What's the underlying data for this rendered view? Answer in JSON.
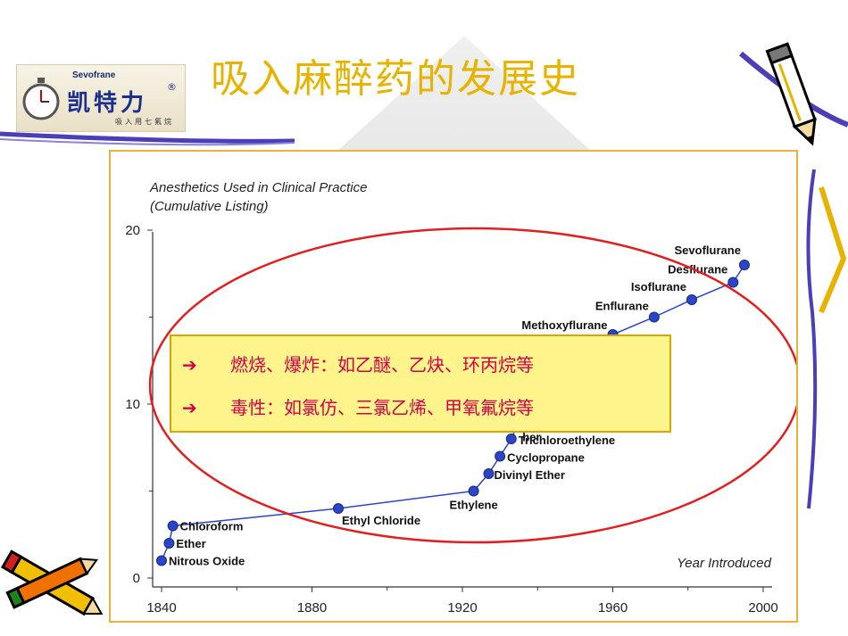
{
  "header": {
    "title": "吸入麻醉药的发展史",
    "logo": {
      "brand_en": "Sevofrane",
      "brand_cn": "凯特力",
      "registered_mark": "®",
      "tagline": "吸入用七氟烷"
    }
  },
  "overlay": {
    "items": [
      {
        "bullet": "➔",
        "text": "燃烧、爆炸：如乙醚、乙炔、环丙烷等"
      },
      {
        "bullet": "➔",
        "text": "毒性：如氯仿、三氯乙烯、甲氧氟烷等"
      }
    ]
  },
  "chart_data": {
    "type": "line",
    "title": "Anesthetics Used in Clinical Practice",
    "subtitle": "(Cumulative Listing)",
    "xlabel": "Year Introduced",
    "ylabel": "",
    "xlim": [
      1840,
      2000
    ],
    "ylim": [
      0,
      20
    ],
    "xticks": [
      1840,
      1880,
      1920,
      1960,
      2000
    ],
    "yticks": [
      0,
      10,
      20
    ],
    "grid": false,
    "legend": "none",
    "series_color": "#2a45c8",
    "highlight_ellipse_color": "#e02020",
    "points": [
      {
        "x": 1840,
        "y": 1,
        "label": "Nitrous Oxide"
      },
      {
        "x": 1842,
        "y": 2,
        "label": "Ether"
      },
      {
        "x": 1843,
        "y": 3,
        "label": "Chloroform"
      },
      {
        "x": 1887,
        "y": 4,
        "label": "Ethyl Chloride"
      },
      {
        "x": 1923,
        "y": 5,
        "label": "Ethylene"
      },
      {
        "x": 1927,
        "y": 6,
        "label": "Divinyl Ether"
      },
      {
        "x": 1930,
        "y": 7,
        "label": "Cyclopropane"
      },
      {
        "x": 1933,
        "y": 8,
        "label": "Trichloroethylene"
      },
      {
        "x": 1935,
        "y": 9,
        "label": "her"
      },
      {
        "x": 1943,
        "y": 10,
        "label": "Ether"
      },
      {
        "x": 1950,
        "y": 11,
        "label": "her"
      },
      {
        "x": 1953,
        "y": 12,
        "label": ""
      },
      {
        "x": 1956,
        "y": 13,
        "label": ""
      },
      {
        "x": 1960,
        "y": 14,
        "label": "Methoxyflurane"
      },
      {
        "x": 1971,
        "y": 15,
        "label": "Enflurane"
      },
      {
        "x": 1981,
        "y": 16,
        "label": "Isoflurane"
      },
      {
        "x": 1992,
        "y": 17,
        "label": "Desflurane"
      },
      {
        "x": 1995,
        "y": 18,
        "label": "Sevoflurane"
      }
    ]
  }
}
